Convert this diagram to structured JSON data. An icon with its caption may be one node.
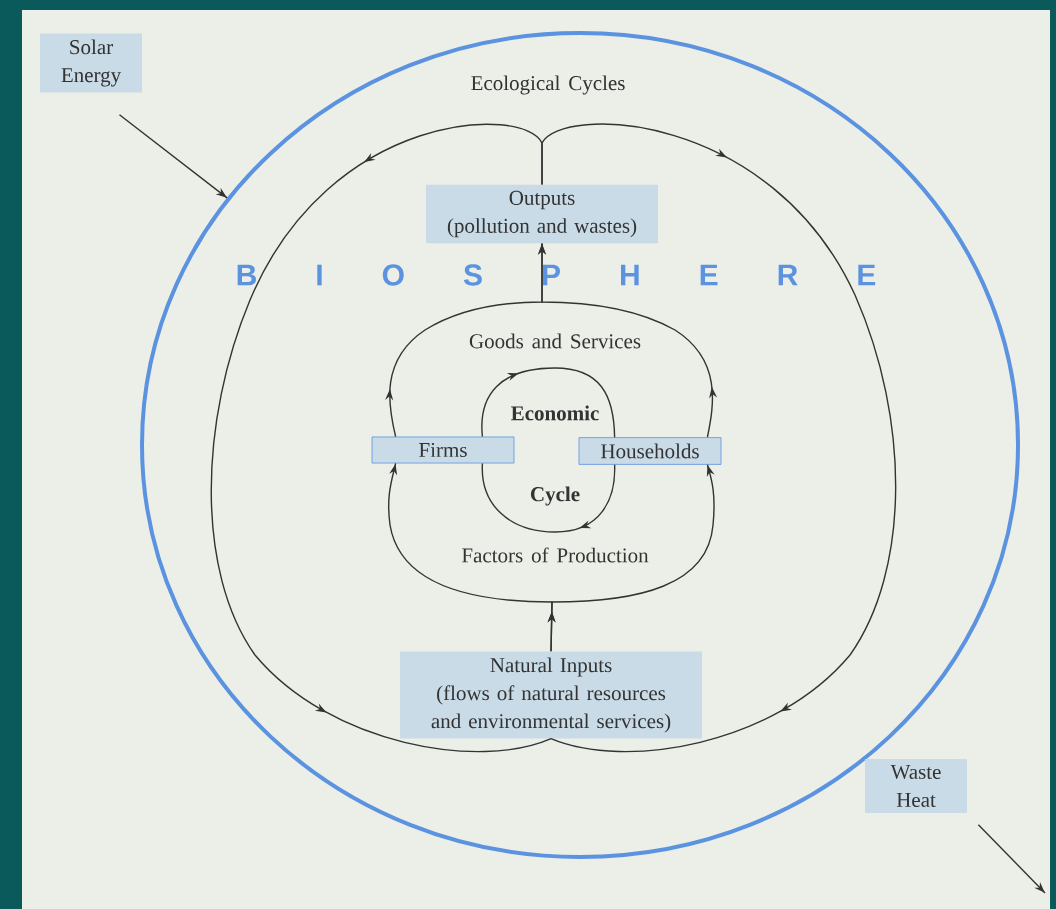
{
  "diagram": {
    "nodes": [
      {
        "text": [
          "Solar Energy"
        ]
      },
      {
        "text": [
          "B I O S P H E R E"
        ]
      },
      {
        "text": [
          "Outputs",
          "(pollution and wastes)"
        ],
        "in": 1
      },
      {
        "text": [
          "Firms"
        ],
        "in": 1
      },
      {
        "text": [
          "Households"
        ],
        "in": 1
      },
      {
        "text": [
          "Natural Inputs",
          "(flows of natural resources and environmental services)"
        ],
        "in": 1
      },
      {
        "text": [
          "Waste Heat"
        ]
      }
    ],
    "edges": [
      {
        "from": 0,
        "to": 1,
        "arrow": "to"
      },
      {
        "from": 2,
        "to": 5,
        "arrow": "to"
      },
      {
        "from": 2,
        "to": 5,
        "arrow": "to"
      },
      {
        "from": 5,
        "to": 3,
        "arrow": "to"
      },
      {
        "from": 5,
        "to": 4,
        "arrow": "to"
      },
      {
        "from": 3,
        "to": 2,
        "arrow": "to"
      },
      {
        "from": 4,
        "to": 2,
        "arrow": "to"
      },
      {
        "from": 3,
        "to": 4,
        "arrow": "to"
      },
      {
        "from": 4,
        "to": 3,
        "arrow": "to"
      },
      {
        "from": 6,
        "to": null,
        "arrow": "to"
      }
    ],
    "labels": [
      "Ecological Cycles",
      "Goods and Services",
      "Economic",
      "Cycle",
      "Factors of Production"
    ]
  }
}
